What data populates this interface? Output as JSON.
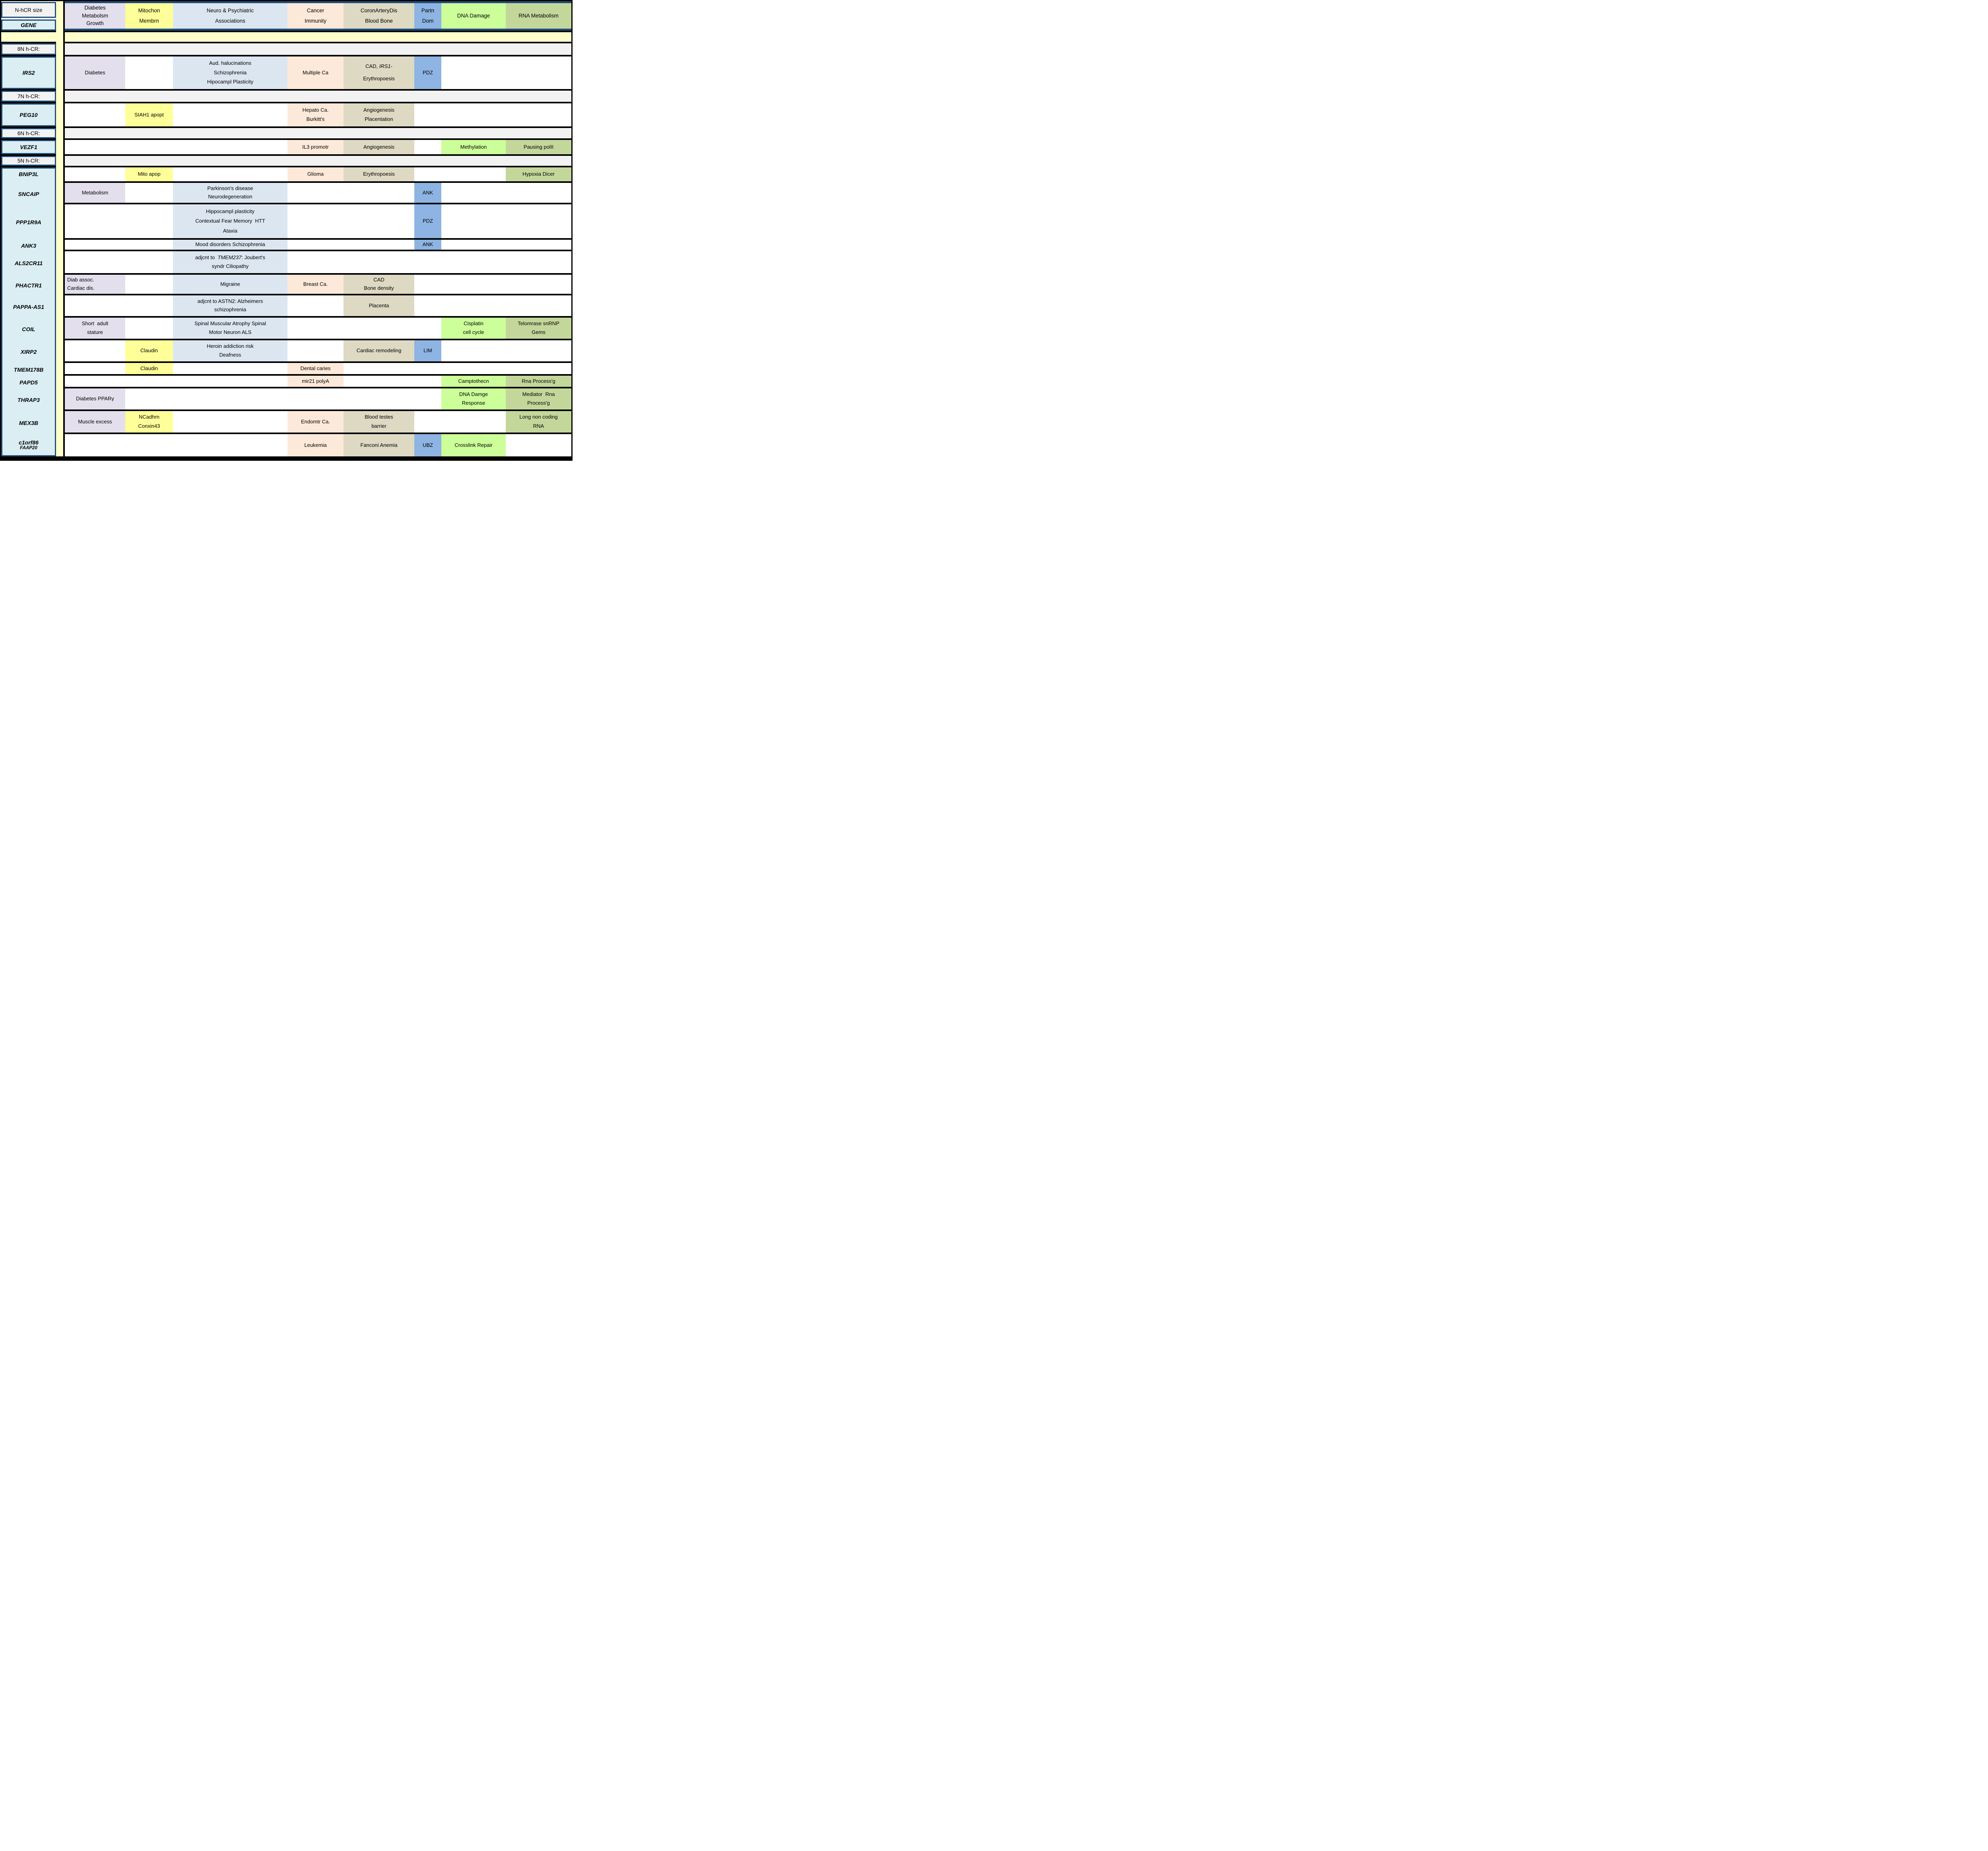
{
  "palette": {
    "navy_border": "#1F4E79",
    "lavender_diabetes": "#E4DFEC",
    "yellow_mitochondria": "#FFFF99",
    "light_blue_neuro": "#DCE6F1",
    "peach_cancer": "#FDE9D9",
    "tan_coronary": "#DDD9C3",
    "blue_partner_domain": "#8DB4E2",
    "green_dna_damage": "#CCFF99",
    "olive_rna_metabolism": "#C4D79B",
    "pale_yellow_strip": "#FFFFCC",
    "gray_section": "#F2F2F2",
    "label_light_blue": "#DAEEF3"
  },
  "header": {
    "size_label": "N-hCR size",
    "gene_label": "GENE",
    "columns": [
      {
        "id": "dia",
        "lines": [
          "Diabetes",
          "Metabolsm",
          "Growth"
        ]
      },
      {
        "id": "mito",
        "lines": [
          "Mitochon",
          "Membrn"
        ]
      },
      {
        "id": "neuro",
        "lines": [
          "Neuro & Psychiatric",
          "Associations"
        ]
      },
      {
        "id": "cancer",
        "lines": [
          "Cancer",
          "Immunity"
        ]
      },
      {
        "id": "coron",
        "lines": [
          "CoronArteryDis",
          "Blood Bone"
        ]
      },
      {
        "id": "partn",
        "lines": [
          "Partn",
          "Dom"
        ]
      },
      {
        "id": "dna",
        "lines": [
          "DNA Damage"
        ]
      },
      {
        "id": "rna",
        "lines": [
          "RNA Metabolism"
        ]
      }
    ]
  },
  "sections": {
    "s8": "8N h-CR:",
    "s7": "7N h-CR:",
    "s6": "6N h-CR:",
    "s5": "5N h-CR:"
  },
  "genes": {
    "irs2": {
      "name": "IRS2",
      "dia": [
        "Diabetes"
      ],
      "neuro": [
        "Aud. halucinations",
        "Schizophrenia",
        "Hipocampl Plasticity"
      ],
      "cancer": [
        "Multiple Ca"
      ],
      "coron_l1": {
        "pre": "CAD, ",
        "it": "IRS1",
        "post": "-"
      },
      "coron_l2": "Erythropoesis",
      "partn": [
        "PDZ"
      ]
    },
    "peg10": {
      "name": "PEG10",
      "mito": [
        "SIAH1 apopt"
      ],
      "cancer": [
        "Hepato Ca.",
        "Burkitt's"
      ],
      "coron": [
        "Angiogenesis",
        "Placentation"
      ]
    },
    "vezf1": {
      "name": "VEZF1",
      "cancer": [
        "IL3 promotr"
      ],
      "coron": [
        "Angiogenesis"
      ],
      "dna": [
        "Methylation"
      ],
      "rna": [
        "Pausing polII"
      ]
    },
    "bnip3l": {
      "name": "BNIP3L",
      "mito": [
        "Mito apop"
      ],
      "cancer": [
        "Glioma"
      ],
      "coron": [
        "Erythropoesis"
      ],
      "rna": [
        "Hypoxia Dicer"
      ]
    },
    "sncaip": {
      "name": "SNCAIP",
      "dia": [
        "Metabolism"
      ],
      "neuro": [
        "Parkinson's disease",
        "Neurodegeneration"
      ],
      "partn": [
        "ANK"
      ]
    },
    "ppp1r9a": {
      "name": "PPP1R9A",
      "neuro": [
        "Hippocampl plasticity",
        "Contextual Fear Memory  HTT",
        "Ataxia"
      ],
      "partn": [
        "PDZ"
      ]
    },
    "ank3": {
      "name": "ANK3",
      "neuro": [
        "Mood disorders Schizophrenia"
      ],
      "partn": [
        "ANK"
      ]
    },
    "als2cr11": {
      "name": "ALS2CR11",
      "neuro_l1": {
        "pre": "adjcnt to  ",
        "it": "TMEM237",
        "post": ": Joubert's"
      },
      "neuro_l2": "syndr Ciliopathy"
    },
    "phactr1": {
      "name": "PHACTR1",
      "dia": [
        "Diab assoc.",
        "Cardiac dis."
      ],
      "neuro": [
        "Migraine"
      ],
      "cancer": [
        "Breast Ca."
      ],
      "coron": [
        "CAD",
        "Bone density"
      ]
    },
    "pappa_as1": {
      "name": "PAPPA-AS1",
      "neuro": [
        "adjcnt to ASTN2: Alzheimers",
        "schizophrenia"
      ],
      "coron": [
        "Placenta"
      ]
    },
    "coil": {
      "name": "COIL",
      "dia": [
        "Short  adult",
        "stature"
      ],
      "neuro": [
        "Spinal Muscular Atrophy Spinal",
        "Motor Neuron ALS"
      ],
      "dna": [
        "Cisplatin",
        "cell cycle"
      ],
      "rna": [
        "Telomrase snRNP",
        "Gems"
      ]
    },
    "xirp2": {
      "name": "XIRP2",
      "mito": [
        "Claudin"
      ],
      "neuro": [
        "Heroin addiction risk",
        "Deafness"
      ],
      "coron": [
        "Cardiac remodeling"
      ],
      "partn": [
        "LIM"
      ]
    },
    "tmem178b": {
      "name": "TMEM178B",
      "mito": [
        "Claudin"
      ],
      "cancer": [
        "Dental caries"
      ]
    },
    "papd5": {
      "name": "PAPD5",
      "cancer": [
        "mir21 polyA"
      ],
      "dna": [
        "Camptothecn"
      ],
      "rna": [
        "Rna Process'g"
      ]
    },
    "thrap3": {
      "name": "THRAP3",
      "dia": [
        "Diabetes PPARγ"
      ],
      "dna": [
        "DNA Damge",
        "Response"
      ],
      "rna": [
        "Mediator  Rna",
        "Process'g"
      ]
    },
    "mex3b": {
      "name": "MEX3B",
      "dia": [
        "Muscle excess"
      ],
      "mito": [
        "NCadhrn",
        "Conxin43"
      ],
      "cancer": [
        "Endomtr Ca."
      ],
      "coron": [
        "Blood testes",
        "barrier"
      ],
      "rna": [
        "Long non coding",
        "RNA"
      ]
    },
    "c1orf86": {
      "name": "c1orf86",
      "name2": "FAAP20",
      "cancer": [
        "Leukemia"
      ],
      "coron": [
        "Fanconi Anemia"
      ],
      "partn": [
        "UBZ"
      ],
      "dna": [
        "Crosslink Repair"
      ]
    }
  }
}
